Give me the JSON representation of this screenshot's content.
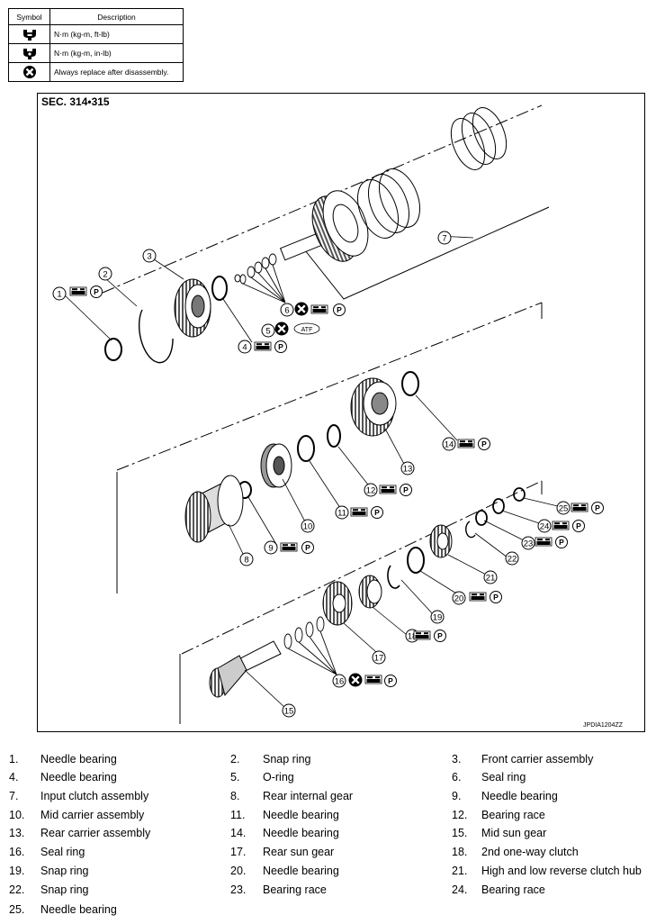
{
  "symbol_table": {
    "header_symbol": "Symbol",
    "header_description": "Description",
    "rows": [
      {
        "icon": "torque-wrench-ft-lb-icon",
        "description": "N·m (kg-m, ft-lb)"
      },
      {
        "icon": "torque-wrench-in-lb-icon",
        "description": "N·m (kg-m, in-lb)"
      },
      {
        "icon": "always-replace-icon",
        "description": "Always replace after disassembly."
      }
    ]
  },
  "diagram": {
    "section": "SEC. 314•315",
    "code": "JPDIA1204ZZ",
    "atf_label": "ATF",
    "petroleum_jelly_label": "P",
    "callouts": [
      "1",
      "2",
      "3",
      "4",
      "5",
      "6",
      "7",
      "8",
      "9",
      "10",
      "11",
      "12",
      "13",
      "14",
      "15",
      "16",
      "17",
      "18",
      "19",
      "20",
      "21",
      "22",
      "23",
      "24",
      "25"
    ]
  },
  "legend": [
    {
      "num": "1.",
      "name": "Needle bearing"
    },
    {
      "num": "2.",
      "name": "Snap ring"
    },
    {
      "num": "3.",
      "name": "Front carrier assembly"
    },
    {
      "num": "4.",
      "name": "Needle bearing"
    },
    {
      "num": "5.",
      "name": "O-ring"
    },
    {
      "num": "6.",
      "name": "Seal ring"
    },
    {
      "num": "7.",
      "name": "Input clutch assembly"
    },
    {
      "num": "8.",
      "name": "Rear internal gear"
    },
    {
      "num": "9.",
      "name": "Needle bearing"
    },
    {
      "num": "10.",
      "name": "Mid carrier assembly"
    },
    {
      "num": "11.",
      "name": "Needle bearing"
    },
    {
      "num": "12.",
      "name": "Bearing race"
    },
    {
      "num": "13.",
      "name": "Rear carrier assembly"
    },
    {
      "num": "14.",
      "name": "Needle bearing"
    },
    {
      "num": "15.",
      "name": "Mid sun gear"
    },
    {
      "num": "16.",
      "name": "Seal ring"
    },
    {
      "num": "17.",
      "name": "Rear sun gear"
    },
    {
      "num": "18.",
      "name": "2nd one-way clutch"
    },
    {
      "num": "19.",
      "name": "Snap ring"
    },
    {
      "num": "20.",
      "name": "Needle bearing"
    },
    {
      "num": "21.",
      "name": "High and low reverse clutch hub"
    },
    {
      "num": "22.",
      "name": "Snap ring"
    },
    {
      "num": "23.",
      "name": "Bearing race"
    },
    {
      "num": "24.",
      "name": "Bearing race"
    },
    {
      "num": "25.",
      "name": "Needle bearing"
    }
  ]
}
